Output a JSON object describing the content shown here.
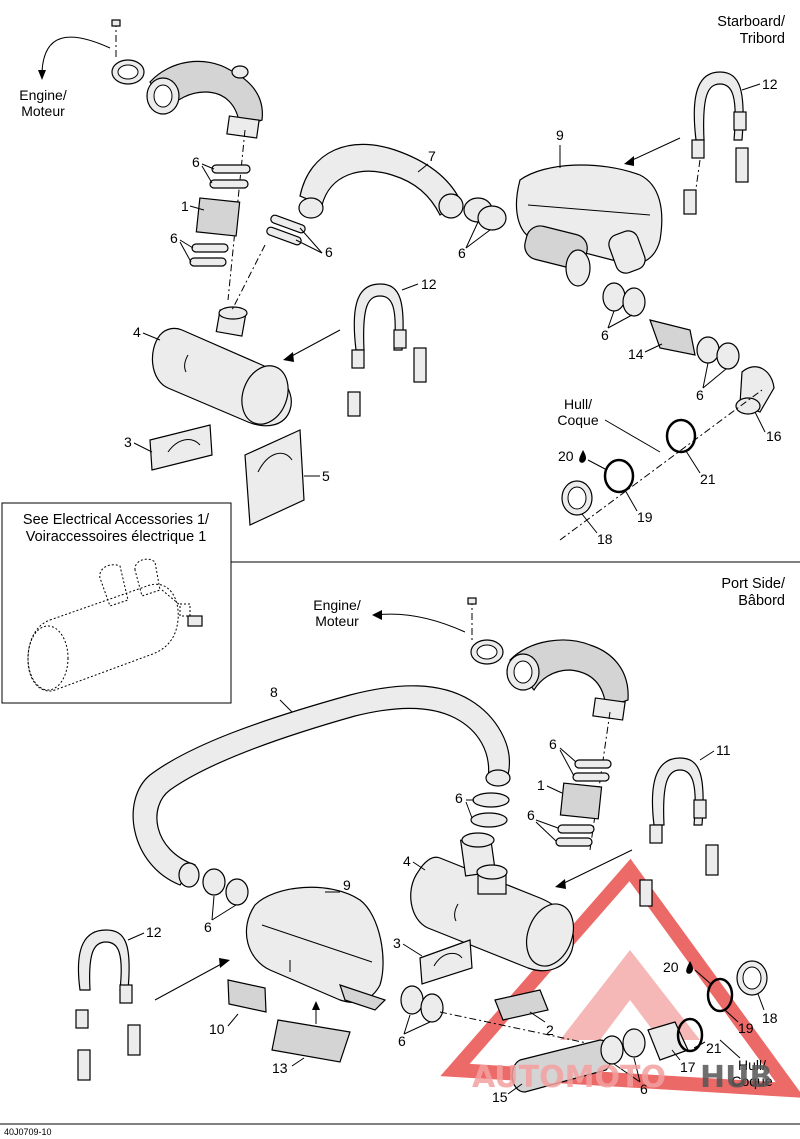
{
  "top_section": {
    "header_line1": "Starboard/",
    "header_line2": "Tribord",
    "engine_line1": "Engine/",
    "engine_line2": "Moteur",
    "hull_line1": "Hull/",
    "hull_line2": "Coque",
    "callouts": {
      "c1": "1",
      "c3": "3",
      "c4": "4",
      "c5": "5",
      "c6a": "6",
      "c6b": "6",
      "c6c": "6",
      "c6d": "6",
      "c6e": "6",
      "c6f": "6",
      "c7": "7",
      "c9": "9",
      "c12a": "12",
      "c12b": "12",
      "c14": "14",
      "c16": "16",
      "c18": "18",
      "c19": "19",
      "c20": "20",
      "c21": "21"
    }
  },
  "inset": {
    "title_line1": "See Electrical Accessories 1/",
    "title_line2": "Voiraccessoires électrique 1"
  },
  "bottom_section": {
    "header_line1": "Port Side/",
    "header_line2": "Bâbord",
    "engine_line1": "Engine/",
    "engine_line2": "Moteur",
    "hull_line1": "Hull/",
    "hull_line2": "Coque",
    "callouts": {
      "c1": "1",
      "c2": "2",
      "c3": "3",
      "c4": "4",
      "c6a": "6",
      "c6b": "6",
      "c6c": "6",
      "c6d": "6",
      "c6e": "6",
      "c8": "8",
      "c9": "9",
      "c10": "10",
      "c11": "11",
      "c12": "12",
      "c13": "13",
      "c15": "15",
      "c17": "17",
      "c18": "18",
      "c19": "19",
      "c20": "20",
      "c21": "21"
    }
  },
  "footer": {
    "drawing_code": "40J0709-10"
  },
  "watermark": {
    "text_part1": "AUTOMOTO",
    "text_part2": "HUB",
    "accent_color": "#e53935",
    "accent_soft": "#f4a0a0",
    "dark_color": "#555555"
  }
}
